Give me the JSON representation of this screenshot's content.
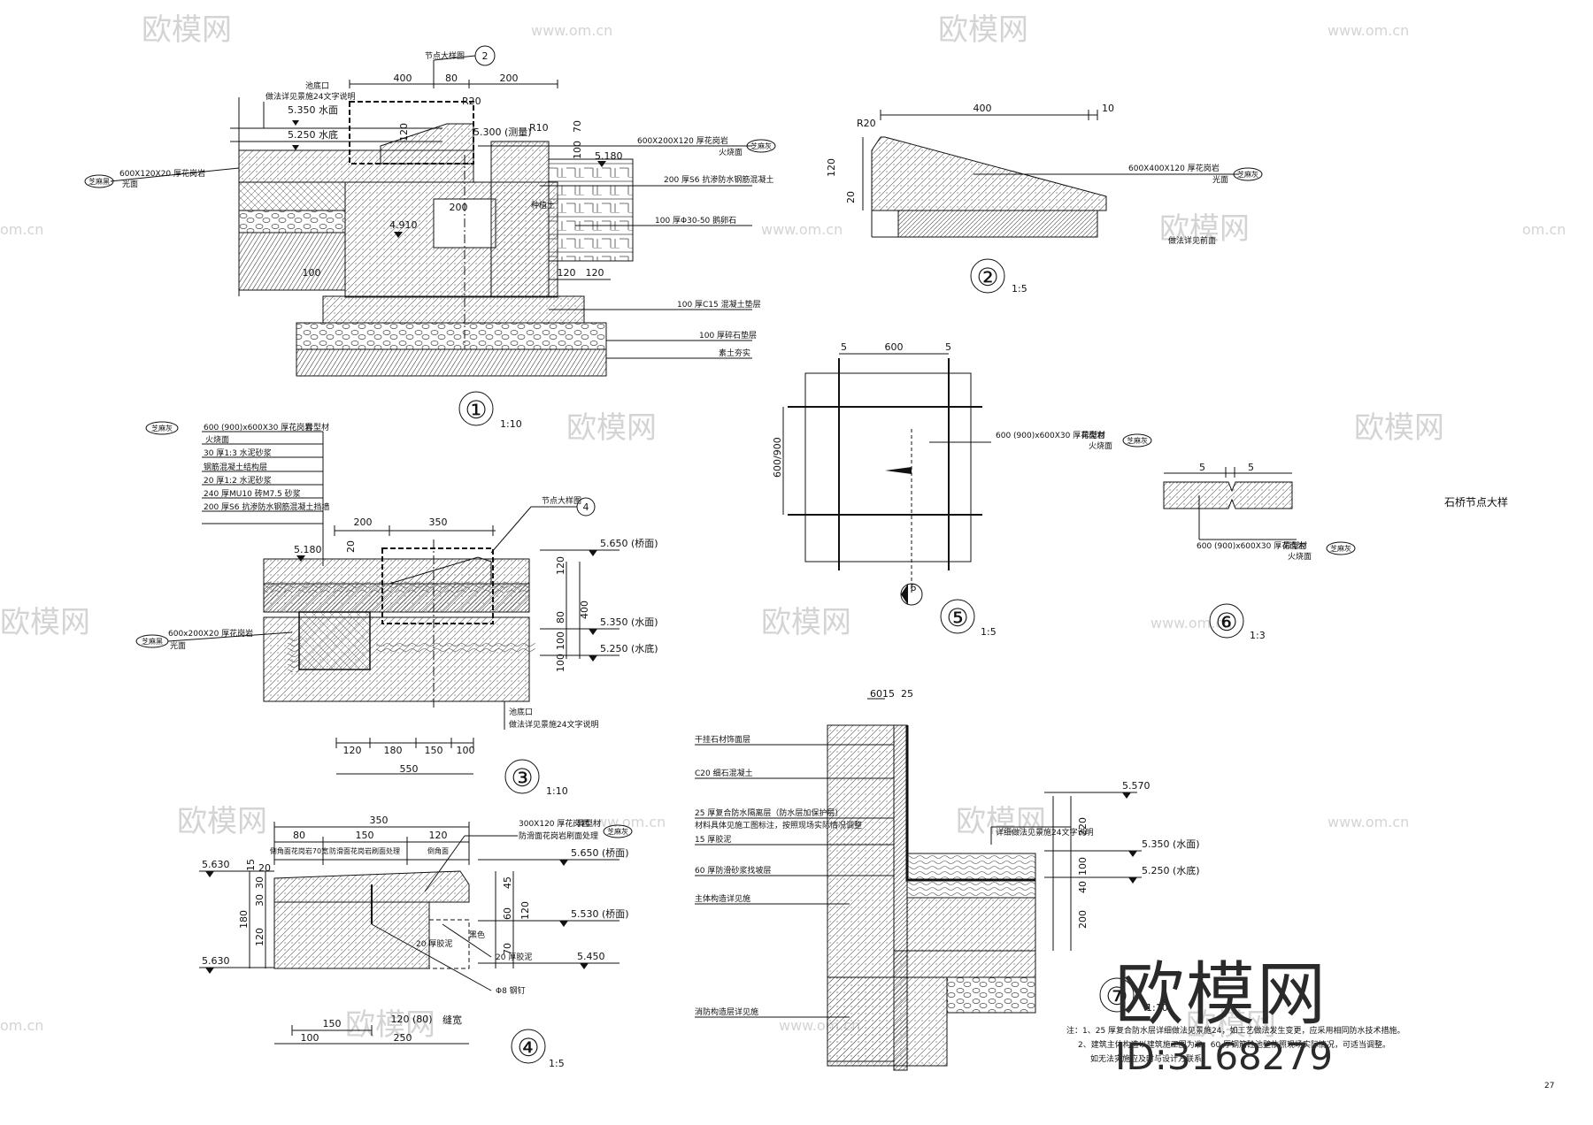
{
  "watermark": {
    "brand": "欧模网",
    "url": "www.om.cn",
    "short": "om.cn"
  },
  "brand": {
    "name": "欧模网",
    "id": "ID:3168279"
  },
  "page_number": "27",
  "sheet_title": "石桥节点大样",
  "details": {
    "d1": {
      "marker": "①",
      "scale": "1:10",
      "dims": [
        "400",
        "80",
        "200",
        "120",
        "70",
        "100",
        "200",
        "120",
        "120",
        "100"
      ],
      "radii": [
        "R20",
        "R10"
      ],
      "elev": [
        "5.350 水面",
        "5.250 水底",
        "5.300 (测量)",
        "5.180",
        "4.910"
      ],
      "callout_no": "2",
      "notes": [
        "节点大样图",
        "池底口",
        "做法详见景施24文字说明",
        "600X120X20 厚花岗岩",
        "600X200X120 厚花岗岩",
        "200 厚S6 抗渗防水钢筋混凝土",
        "100 厚Φ30-50 鹅卵石",
        "100 厚C15 混凝土垫层",
        "100 厚碎石垫层",
        "素土夯实",
        "光面",
        "火烧面",
        "芝麻黑",
        "芝麻灰",
        "种植土"
      ]
    },
    "d2": {
      "marker": "②",
      "scale": "1:5",
      "dims": [
        "400",
        "10",
        "120",
        "20",
        "R20"
      ],
      "notes": [
        "600X400X120 厚花岗岩",
        "光面",
        "芝麻灰",
        "做法详见前面"
      ]
    },
    "d3": {
      "marker": "③",
      "scale": "1:10",
      "layers": [
        "600 (900)x600X30 厚花岗岩",
        "火烧面",
        "30 厚1:3 水泥砂浆",
        "钢筋混凝土结构层",
        "20 厚1:2 水泥砂浆",
        "240 厚MU10 砖M7.5 砂浆",
        "200 厚S6 抗渗防水钢筋混凝土挡墙",
        "芝麻灰",
        "异型材"
      ],
      "dims_top": [
        "200",
        "350"
      ],
      "dims_bottom": [
        "120",
        "180",
        "150",
        "100"
      ],
      "total": "550",
      "dims_side": [
        "120",
        "80",
        "100",
        "100",
        "400"
      ],
      "dim_small": "20",
      "elev": [
        "5.180",
        "5.650 (桥面)",
        "5.350 (水面)",
        "5.250 (水底)"
      ],
      "callout_no": "4",
      "notes": [
        "节点大样图",
        "600x200X20 厚花岗岩",
        "光面",
        "芝麻黑",
        "池底口",
        "做法详见景施24文字说明"
      ]
    },
    "d4": {
      "marker": "④",
      "scale": "1:5",
      "dims_top": [
        "350",
        "80",
        "150",
        "120"
      ],
      "row_labels": [
        "倒角面花岗岩70宽",
        "防滑面花岗岩刷面处理",
        "倒角面"
      ],
      "dims_left": [
        "15",
        "30",
        "30",
        "180",
        "120",
        "20"
      ],
      "dims_right": [
        "45",
        "60",
        "70",
        "120"
      ],
      "elev": [
        "5.630",
        "5.650 (桥面)",
        "5.530 (桥面)",
        "5.450",
        "5.630"
      ],
      "dims_bottom": [
        "150",
        "80",
        "100",
        "250"
      ],
      "bottom_text": "120 (80)",
      "bottom_word": "缝宽",
      "notes": [
        "300X120 厚花岗岩",
        "异型材",
        "芝麻灰",
        "防滑面花岗岩刷面处理",
        "20 厚胶泥",
        "Φ8 钢钉",
        "20 厚胶泥",
        "黑色"
      ]
    },
    "d5": {
      "marker": "⑤",
      "scale": "1:5",
      "dims": [
        "5",
        "600",
        "5",
        "600/900"
      ],
      "callout_no": "6",
      "notes": [
        "600 (900)x600X30 厚花岗岩",
        "异型材",
        "火烧面",
        "芝麻灰"
      ]
    },
    "d6": {
      "marker": "⑥",
      "scale": "1:3",
      "dims": [
        "5",
        "5"
      ],
      "notes": [
        "600 (900)x600X30 厚花岗岩",
        "异型材",
        "火烧面",
        "芝麻灰"
      ]
    },
    "d7": {
      "marker": "⑦",
      "scale": "1:10",
      "dims_top": [
        "60",
        "15",
        "25"
      ],
      "dims_right": [
        "220",
        "100",
        "40",
        "200"
      ],
      "elev": [
        "5.570",
        "5.350 (水面)",
        "5.250 (水底)"
      ],
      "layers": [
        "干挂石材饰面层",
        "C20 细石混凝土",
        "25 厚复合防水隔离层（防水层加保护层）",
        "材料具体见施工图标注，按照现场实际情况调整",
        "15 厚胶泥",
        "60 厚防滑砂浆找坡层",
        "主体构造详见施",
        "消防构造层详见施"
      ],
      "tag": "详细做法见景施24文字说明",
      "notes": [
        "注：1、25 厚复合防水层详细做法见景施24，如工艺做法发生变更，应采用相同防水技术措施。",
        "2、建筑主体构造以建筑施工图为准，60 厚钢筋砼池壁依照现场实际情况，可适当调整。",
        "如无法实施应及时与设计方联系。"
      ]
    }
  }
}
